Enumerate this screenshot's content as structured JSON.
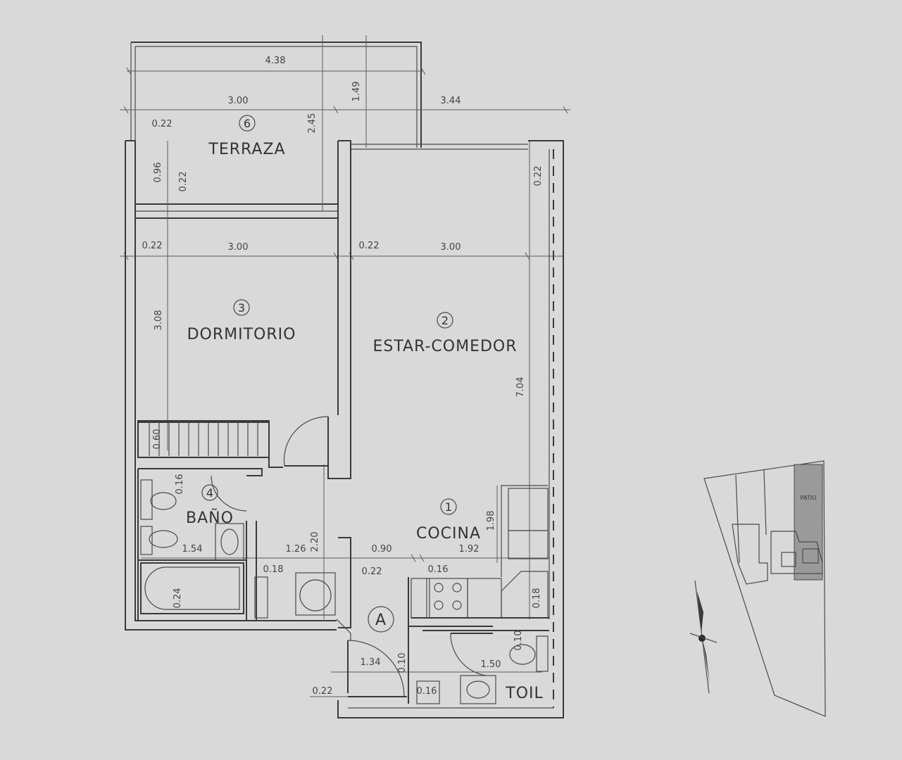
{
  "rooms": {
    "terraza": {
      "number": "6",
      "label": "TERRAZA"
    },
    "estar_comedor": {
      "number": "2",
      "label": "ESTAR-COMEDOR"
    },
    "dormitorio": {
      "number": "3",
      "label": "DORMITORIO"
    },
    "bano": {
      "number": "4",
      "label": "BAÑO"
    },
    "cocina": {
      "number": "1",
      "label": "COCINA"
    },
    "entrada": {
      "label": "A"
    },
    "toilette": {
      "label": "TOIL"
    }
  },
  "dimensions": {
    "terraza_total_width": "4.38",
    "terraza_width": "3.00",
    "overall_right_width": "3.44",
    "terraza_offset": "1.49",
    "terraza_depth": "2.45",
    "terraza_wall_left": "0.22",
    "terraza_side_depth": "0.96",
    "terraza_rail": "0.22",
    "right_top_wall": "0.22",
    "dormitorio_wall": "0.22",
    "dormitorio_width": "3.00",
    "estar_wall": "0.22",
    "estar_width": "3.00",
    "dormitorio_depth": "3.08",
    "estar_depth": "7.04",
    "closet_depth": "0.60",
    "bano_wall": "0.16",
    "bano_width": "1.54",
    "hall_width": "1.26",
    "hall_depth": "2.20",
    "door_width": "0.90",
    "cocina_width": "1.92",
    "cocina_depth": "1.98",
    "laundry_wall": "0.18",
    "entry_wall": "0.22",
    "cocina_wall": "0.16",
    "bath_tub": "0.24",
    "cocina_right_wall": "0.18",
    "entry_width": "1.34",
    "entry_wall_2": "0.10",
    "toil_wall": "0.10",
    "toil_width": "1.50",
    "entry_bottom_wall": "0.22",
    "toil_bottom_wall": "0.16"
  },
  "site_plan": {
    "patio_label": "PATIO"
  },
  "colors": {
    "background": "#d9d9d9",
    "lines": "#3a3a3a",
    "patio_fill": "#9a9a9a"
  }
}
